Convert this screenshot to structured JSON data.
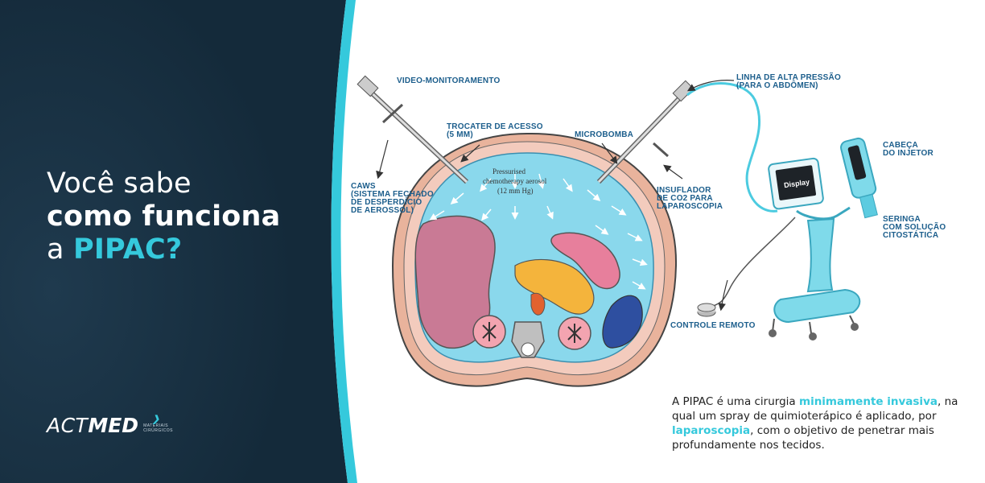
{
  "headline": {
    "line1": "Você sabe",
    "line2": "como funciona",
    "line3_prefix": "a ",
    "line3_accent": "PIPAC?"
  },
  "logo": {
    "part1": "ACT",
    "part2": "MED",
    "sub_line1": "MATERIAIS",
    "sub_line2": "CIRÚRGICOS"
  },
  "diagram": {
    "labels": {
      "video": "VIDEO-MONITORAMENTO",
      "trocater_1": "TROCATER DE ACESSO",
      "trocater_2": "(5 MM)",
      "microbomba": "MICROBOMBA",
      "linha_1": "LINHA DE ALTA PRESSÃO",
      "linha_2": "(PARA O ABDÔMEN)",
      "caws_1": "CAWS",
      "caws_2": "(SISTEMA FECHADO",
      "caws_3": "DE DESPERDÍCIO",
      "caws_4": "DE AEROSSOL)",
      "insuflador_1": "INSUFLADOR",
      "insuflador_2": "DE CO2 PARA",
      "insuflador_3": "LAPAROSCOPIA",
      "cabeca_1": "CABEÇA",
      "cabeca_2": "DO INJETOR",
      "seringa_1": "SERINGA",
      "seringa_2": "COM SOLUÇÃO",
      "seringa_3": "CITOSTÁTICA",
      "controle": "CONTROLE REMOTO"
    },
    "aerosol_1": "Pressurised",
    "aerosol_2": "chemotherapy aerosol",
    "aerosol_3": "(12 mm Hg)",
    "display": "Display"
  },
  "caption": {
    "t1": "A PIPAC é uma cirurgia ",
    "h1": "minimamente invasiva",
    "t2": ", na qual um spray de quimioterápico é aplicado, por ",
    "h2": "laparoscopia",
    "t3": ", com o objetivo de penetrar mais profundamente nos tecidos."
  },
  "colors": {
    "navy": "#152b3c",
    "accent": "#35c9dc",
    "label_blue": "#1c5e8c"
  }
}
